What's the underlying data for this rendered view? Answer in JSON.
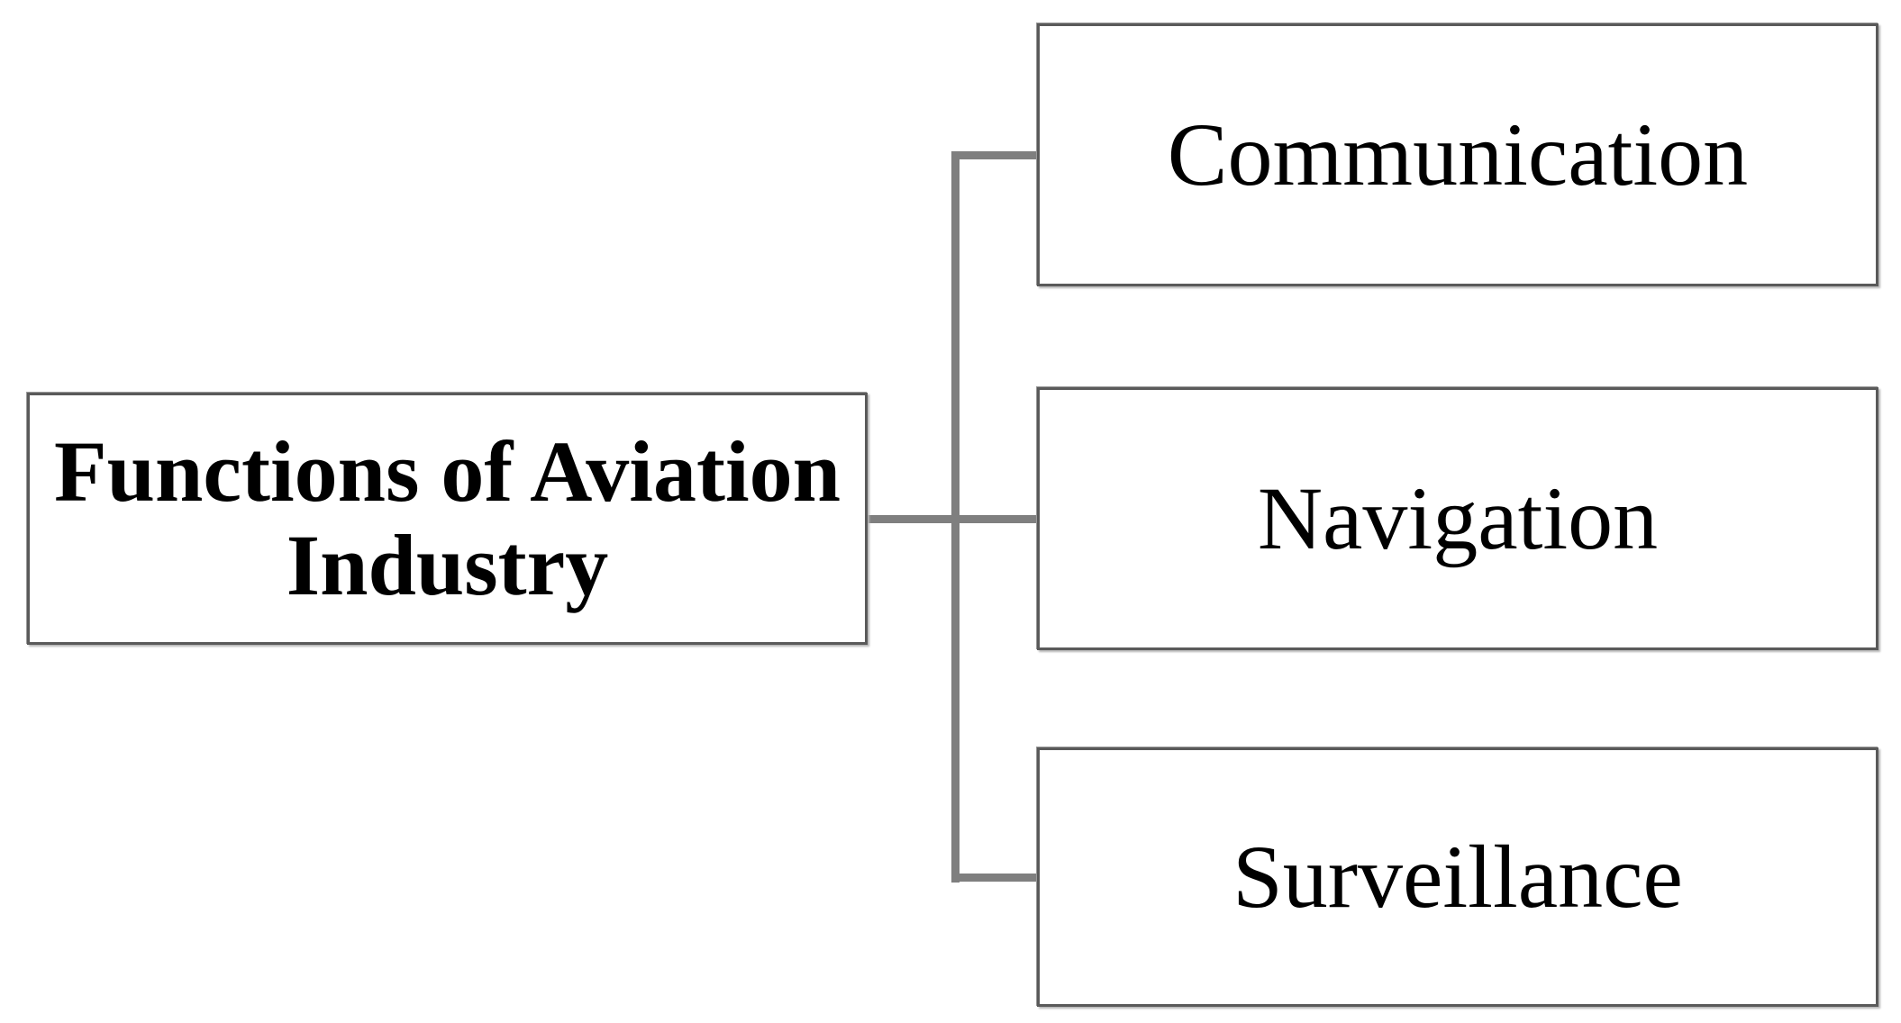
{
  "diagram": {
    "type": "flowchart",
    "root": {
      "label": "Functions of Aviation Industry"
    },
    "children": [
      {
        "label": "Communication"
      },
      {
        "label": "Navigation"
      },
      {
        "label": "Surveillance"
      }
    ],
    "colors": {
      "background": "#ffffff",
      "box_fill": "#ffffff",
      "box_border": "#5a5a5a",
      "connector": "#7f7f7f",
      "text": "#000000"
    }
  }
}
